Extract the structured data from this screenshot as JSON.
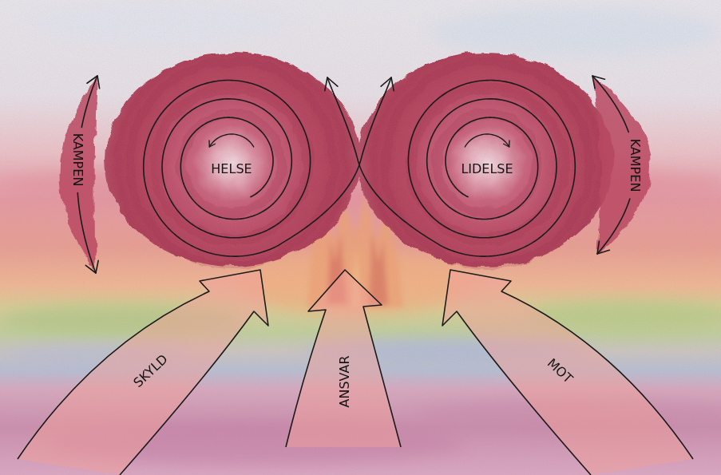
{
  "diagram": {
    "nodes": [
      {
        "text": [
          "KAMPEN"
        ]
      },
      {
        "text": [
          "HELSE"
        ]
      },
      {
        "text": [
          "LIDELSE"
        ]
      },
      {
        "text": [
          "KAMPEN"
        ]
      },
      {
        "text": [
          "SKYLD"
        ]
      },
      {
        "text": [
          "ANSVAR"
        ]
      },
      {
        "text": [
          "MOT"
        ]
      }
    ]
  }
}
